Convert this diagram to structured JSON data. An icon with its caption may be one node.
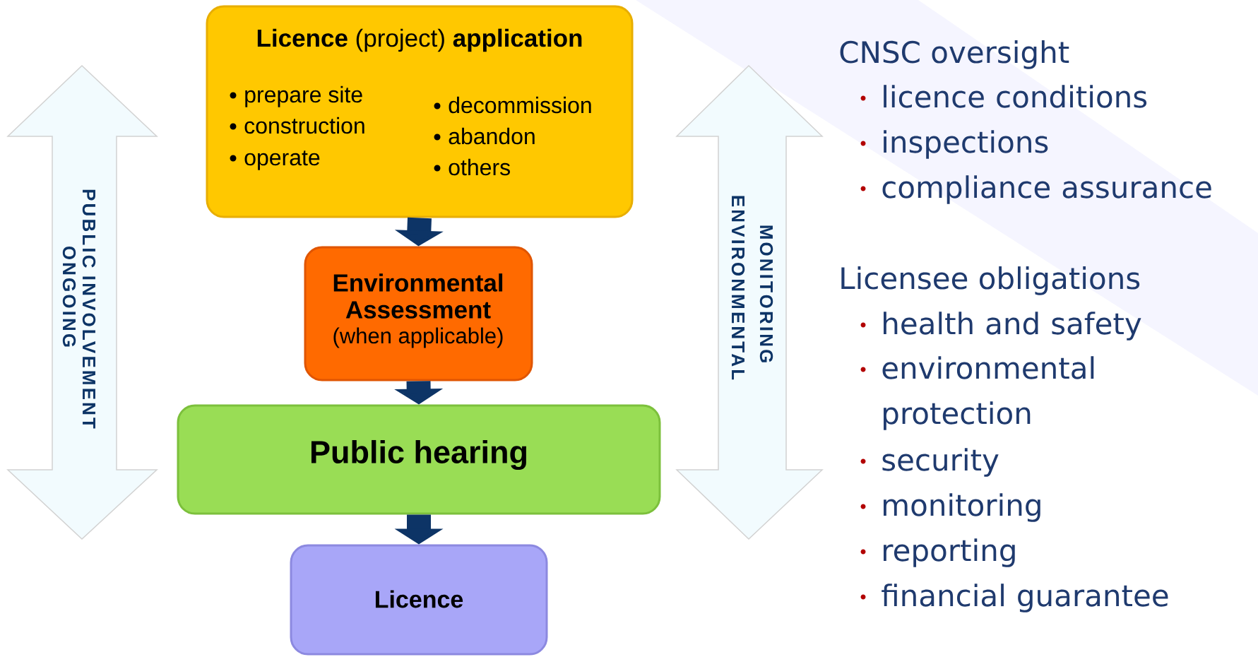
{
  "diagram": {
    "nodes": [
      {
        "text": [
          "**Licence** (project) **application**",
          "prepare site",
          "construction",
          "operate",
          "decommission",
          "abandon",
          "others"
        ]
      },
      {
        "text": [
          "Environmental Assessment",
          "(when applicable)"
        ]
      },
      {
        "text": [
          "Public hearing"
        ]
      },
      {
        "text": [
          "Licence"
        ]
      },
      {
        "text": [
          "ONGOING",
          "PUBLIC INVOLVEMENT"
        ]
      },
      {
        "text": [
          "ENVIRONMENTAL",
          "MONITORING"
        ]
      }
    ],
    "edges": [
      {
        "from": 0,
        "to": 1,
        "arrow": "to"
      },
      {
        "from": 1,
        "to": 2,
        "arrow": "to"
      },
      {
        "from": 2,
        "to": 3,
        "arrow": "to"
      }
    ],
    "labels": [
      "CNSC oversight",
      "licence conditions",
      "inspections",
      "compliance assurance",
      "Licensee obligations",
      "health and safety",
      "environmental protection",
      "security",
      "monitoring",
      "reporting",
      "financial guarantee"
    ]
  }
}
